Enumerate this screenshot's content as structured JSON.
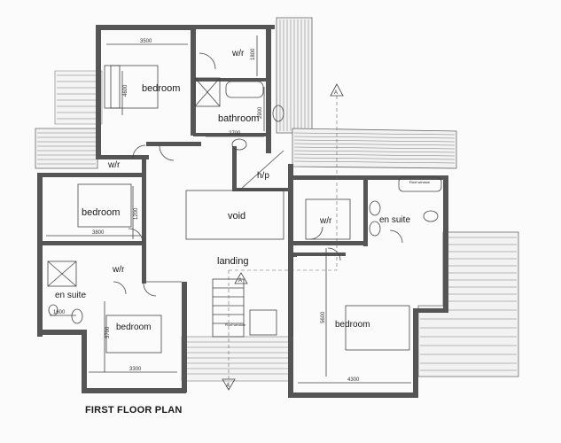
{
  "plan": {
    "title": "FIRST FLOOR PLAN",
    "rooms": {
      "bedroom_top": "bedroom",
      "bathroom": "bathroom",
      "wr_top": "w/r",
      "wr_left": "w/r",
      "hp": "h/p",
      "bedroom_left": "bedroom",
      "void": "void",
      "wr_mid": "w/r",
      "en_suite_right": "en suite",
      "landing": "landing",
      "wr_bottom": "w/r",
      "en_suite_left": "en suite",
      "bedroom_bottom_left": "bedroom",
      "bedroom_bottom_right": "bedroom"
    },
    "dims": {
      "d3500": "3500",
      "d4600": "4600",
      "d1800": "1800",
      "d2900": "2900",
      "d2700": "2700",
      "d1200": "1200",
      "d3800": "3800",
      "d1600": "1600",
      "d3700": "3700",
      "d3300": "3300",
      "d5600": "5600",
      "d4300": "4300"
    },
    "notes": {
      "roof_window_right": "Roof window",
      "roof_window_center": "Roof window"
    },
    "section_marks": [
      "A",
      "A",
      "A"
    ]
  }
}
